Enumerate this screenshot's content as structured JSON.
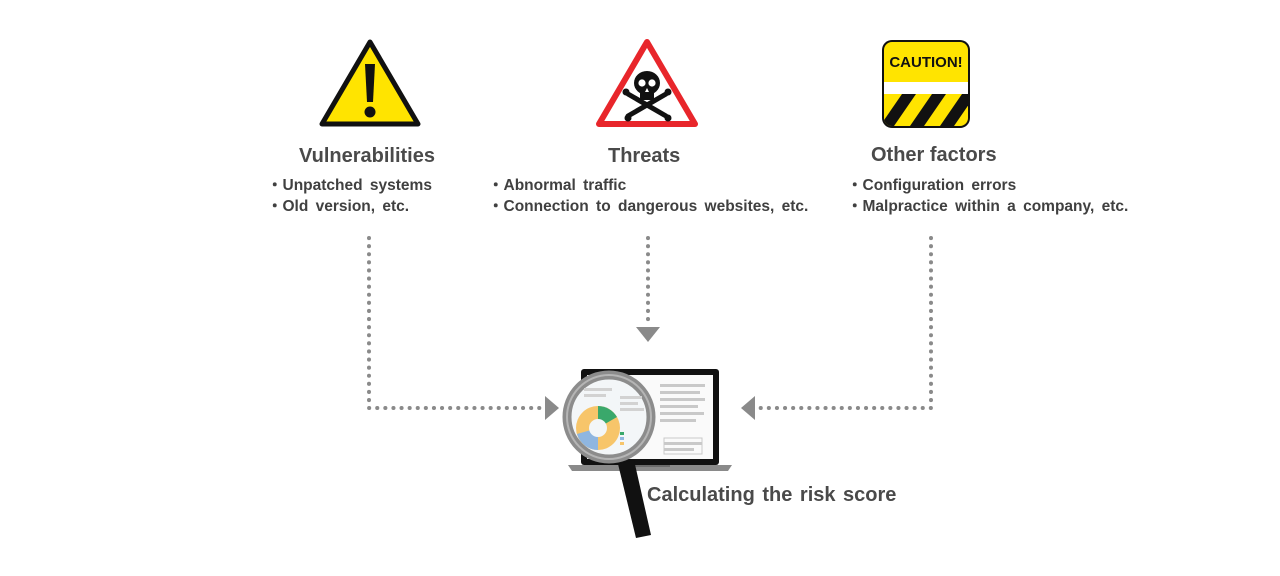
{
  "columns": [
    {
      "key": "vulnerabilities",
      "icon": "warning-exclamation-icon",
      "title": "Vulnerabilities",
      "items": [
        "・Unpatched systems",
        "・Old version, etc."
      ]
    },
    {
      "key": "threats",
      "icon": "skull-crossbones-icon",
      "title": "Threats",
      "items": [
        "・Abnormal traffic",
        "・Connection to dangerous websites, etc."
      ]
    },
    {
      "key": "other",
      "icon": "caution-sign-icon",
      "title": "Other factors",
      "items": [
        "・Configuration errors",
        "・Malpractice within a company, etc."
      ]
    }
  ],
  "caution_sign_text": "CAUTION!",
  "result": {
    "icon": "laptop-magnifier-icon",
    "caption": "Calculating the risk score"
  },
  "colors": {
    "warning_yellow": "#ffe400",
    "threat_red": "#e8262b",
    "connector_gray": "#8a8a8a",
    "text_dark": "#404040"
  }
}
